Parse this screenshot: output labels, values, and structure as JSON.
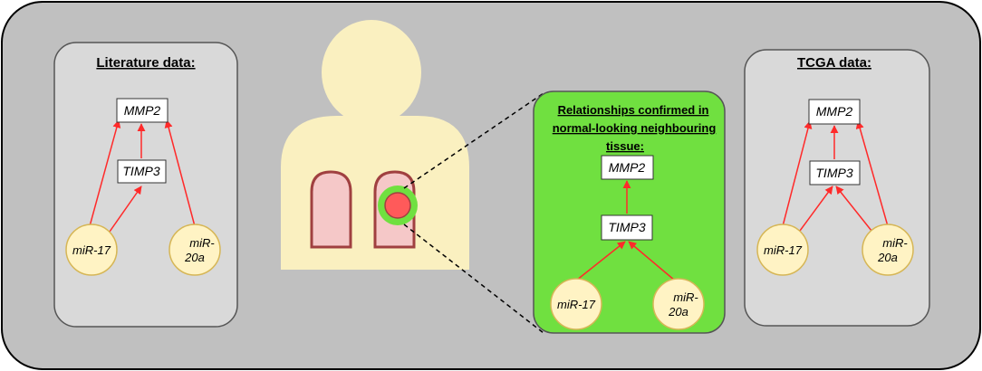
{
  "panels": {
    "literature": {
      "title": "Literature data:",
      "nodes": {
        "mmp2": "MMP2",
        "timp3": "TIMP3",
        "mir17": "miR-17",
        "mir20a_line1": "miR-",
        "mir20a_line2": "20a"
      }
    },
    "tcga": {
      "title": "TCGA data:",
      "nodes": {
        "mmp2": "MMP2",
        "timp3": "TIMP3",
        "mir17": "miR-17",
        "mir20a_line1": "miR-",
        "mir20a_line2": "20a"
      }
    },
    "confirmed": {
      "title_line1": "Relationships confirmed in",
      "title_line2": "normal-looking neighbouring",
      "title_line3": "tissue:",
      "nodes": {
        "mmp2": "MMP2",
        "timp3": "TIMP3",
        "mir17": "miR-17",
        "mir20a_line1": "miR-",
        "mir20a_line2": "20a"
      }
    }
  },
  "colors": {
    "outer_bg": "#c0c0c0",
    "panel_bg": "#d9d9d9",
    "confirmed_bg": "#70e040",
    "body": "#faf0c0",
    "lung": "#f5c8c8",
    "lung_border": "#a04040",
    "tumor": "#ff5a5a",
    "tumor_ring": "#70e040",
    "arrow": "#ff2a2a",
    "mirna_fill": "#fff3c4",
    "mirna_border": "#d6b656"
  }
}
